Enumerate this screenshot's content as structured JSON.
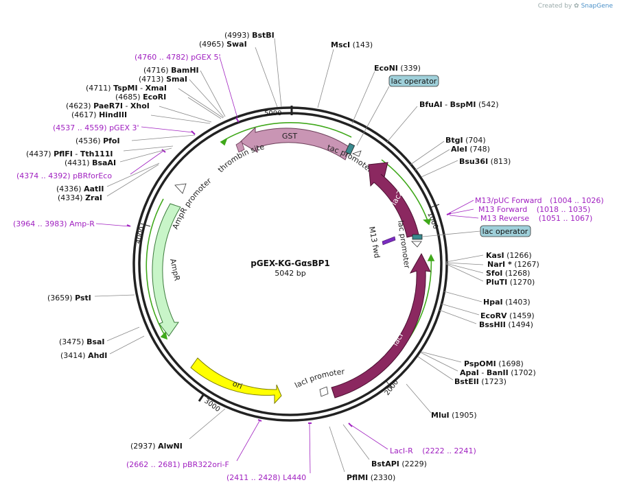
{
  "app": {
    "credit_prefix": "Created by",
    "credit_brand": "SnapGene"
  },
  "plasmid": {
    "name": "pGEX-KG-GαsBP1",
    "length_label": "5042 bp",
    "length": 5042
  },
  "ticks": [
    "1000",
    "2000",
    "3000",
    "4000",
    "5000"
  ],
  "sites": [
    {
      "name": "BstBI",
      "pos": "(4993)"
    },
    {
      "name": "SwaI",
      "pos": "(4965)"
    },
    {
      "name": "BamHI",
      "pos": "(4716)"
    },
    {
      "name": "SmaI",
      "pos": "(4713)"
    },
    {
      "name": "TspMI",
      "name2": "XmaI",
      "pos": "(4711)"
    },
    {
      "name": "EcoRI",
      "pos": "(4685)"
    },
    {
      "name": "PaeR7I",
      "name2": "XhoI",
      "pos": "(4623)"
    },
    {
      "name": "HindIII",
      "pos": "(4617)"
    },
    {
      "name": "PfoI",
      "pos": "(4536)"
    },
    {
      "name": "PflFI",
      "name2": "Tth111I",
      "pos": "(4437)"
    },
    {
      "name": "BsaAI",
      "pos": "(4431)"
    },
    {
      "name": "AatII",
      "pos": "(4336)"
    },
    {
      "name": "ZraI",
      "pos": "(4334)"
    },
    {
      "name": "PstI",
      "pos": "(3659)"
    },
    {
      "name": "BsaI",
      "pos": "(3475)"
    },
    {
      "name": "AhdI",
      "pos": "(3414)"
    },
    {
      "name": "AlwNI",
      "pos": "(2937)"
    },
    {
      "name": "MscI",
      "pos": "(143)"
    },
    {
      "name": "EcoNI",
      "pos": "(339)"
    },
    {
      "name": "BfuAI",
      "name2": "BspMI",
      "pos": "(542)"
    },
    {
      "name": "BtgI",
      "pos": "(704)"
    },
    {
      "name": "AleI",
      "pos": "(748)"
    },
    {
      "name": "Bsu36I",
      "pos": "(813)"
    },
    {
      "name": "KasI",
      "pos": "(1266)"
    },
    {
      "name": "NarI *",
      "pos": "(1267)"
    },
    {
      "name": "SfoI",
      "pos": "(1268)"
    },
    {
      "name": "PluTI",
      "pos": "(1270)"
    },
    {
      "name": "HpaI",
      "pos": "(1403)"
    },
    {
      "name": "EcoRV",
      "pos": "(1459)"
    },
    {
      "name": "BssHII",
      "pos": "(1494)"
    },
    {
      "name": "PspOMI",
      "pos": "(1698)"
    },
    {
      "name": "ApaI",
      "name2": "BanII",
      "pos": "(1702)"
    },
    {
      "name": "BstEII",
      "pos": "(1723)"
    },
    {
      "name": "MluI",
      "pos": "(1905)"
    },
    {
      "name": "BstAPI",
      "pos": "(2229)"
    },
    {
      "name": "PflMI",
      "pos": "(2330)"
    }
  ],
  "primers": [
    {
      "range": "(4760 .. 4782)",
      "name": "pGEX 5'"
    },
    {
      "range": "(4537 .. 4559)",
      "name": "pGEX 3'"
    },
    {
      "range": "(4374 .. 4392)",
      "name": "pBRforEco"
    },
    {
      "range": "(3964 .. 3983)",
      "name": "Amp-R"
    },
    {
      "range": "(2662 .. 2681)",
      "name": "pBR322ori-F"
    },
    {
      "range": "(2411 .. 2428)",
      "name": "L4440"
    },
    {
      "range": "(2222 .. 2241)",
      "name": "LacI-R"
    },
    {
      "name": "M13/pUC Forward",
      "range": "(1004 .. 1026)"
    },
    {
      "name": "M13 Forward",
      "range": "(1018 .. 1035)"
    },
    {
      "name": "M13 Reverse",
      "range": "(1051 .. 1067)"
    }
  ],
  "features": {
    "gst": "GST",
    "thrombin": "thrombin site",
    "tac": "tac promoter",
    "laczalpha": "lacZα",
    "lacpromoter": "lac promoter",
    "m13fwd": "M13 fwd",
    "laci": "lacI",
    "lacipromoter": "lacI promoter",
    "ori": "ori",
    "ampr": "AmpR",
    "amprpromoter": "AmpR promoter",
    "lacop1": "lac operator",
    "lacop2": "lac operator"
  },
  "colors": {
    "backbone": "#222222",
    "gst": "#c995b4",
    "lacz": "#8b2860",
    "laci": "#8b2860",
    "ori": "#ffff00",
    "ampr": "#c8f5c8",
    "primer": "#a020c0",
    "operator": "#9fd0da",
    "orf": "#3fa81a"
  }
}
